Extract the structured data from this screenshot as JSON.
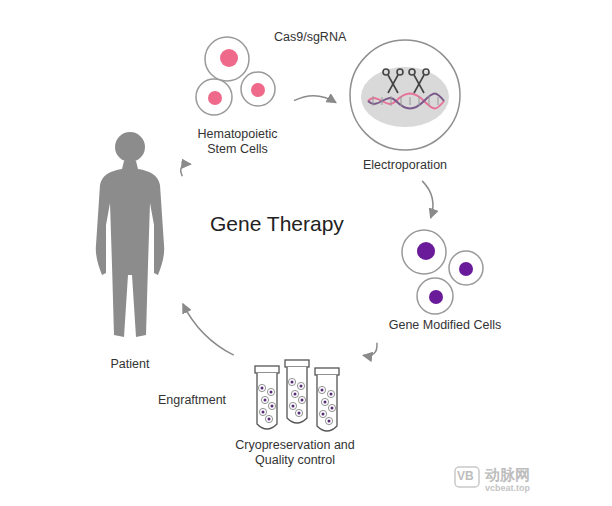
{
  "diagram": {
    "title": "Gene Therapy",
    "nodes": [
      {
        "text": [
          "Patient"
        ]
      },
      {
        "text": [
          "Hematopoietic Stem Cells"
        ]
      },
      {
        "text": [
          "Electroporation"
        ]
      },
      {
        "text": [
          "Gene Modified Cells"
        ]
      },
      {
        "text": [
          "Cryopreservation and Quality control"
        ]
      }
    ],
    "edges": [
      {
        "from": 0,
        "to": 1,
        "arrow": "to"
      },
      {
        "from": 1,
        "to": 2,
        "label": "Cas9/sgRNA",
        "arrow": "to"
      },
      {
        "from": 2,
        "to": 3,
        "arrow": "to"
      },
      {
        "from": 3,
        "to": 4,
        "arrow": "to"
      },
      {
        "from": 4,
        "to": 0,
        "label": "Engraftment",
        "arrow": "to"
      }
    ],
    "labels": [
      "VB",
      "动脉网",
      "vcbeat.top"
    ]
  }
}
